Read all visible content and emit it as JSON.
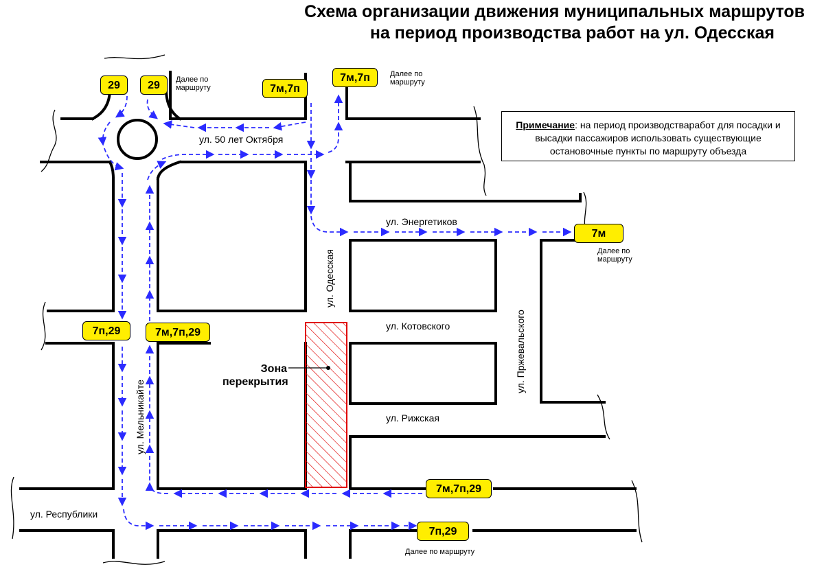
{
  "title": {
    "line1": "Схема организации движения муниципальных маршрутов",
    "line2": "на период производства работ на ул. Одесская"
  },
  "note": {
    "label": "Примечание",
    "text1": ": на период производстваработ для посадки и",
    "text2": "высадки пассажиров использовать существующие",
    "text3": "остановочные пункты по маршруту объезда"
  },
  "streets": {
    "s50let": "ул. 50 лет Октября",
    "energetikov": "ул. Энергетиков",
    "odesskaya": "ул. Одесская",
    "kotovskogo": "ул. Котовского",
    "rizhskaya": "ул. Рижская",
    "przhevalskogo": "ул. Пржевальского",
    "melnikaite": "ул. Мельникайте",
    "respubliki": "ул. Республики"
  },
  "badges": {
    "b29_left": "29",
    "b29_right": "29",
    "b7m7p_top": "7м,7п",
    "b7m7p_topright": "7м,7п",
    "b7m": "7м",
    "b7p29_left": "7п,29",
    "b7m7p29_mid": "7м,7п,29",
    "b7m7p29_bottom": "7м,7п,29",
    "b7p29_bottom": "7п,29"
  },
  "further": {
    "f1_line1": "Далее по",
    "f1_line2": "маршруту",
    "f2_line1": "Далее по",
    "f2_line2": "маршруту",
    "f3_line1": "Далее по",
    "f3_line2": "маршруту",
    "f4": "Далее по маршруту"
  },
  "zone": {
    "line1": "Зона",
    "line2": "перекрытия"
  },
  "colors": {
    "route_arrow": "#2b2bff",
    "badge_fill": "#ffee00",
    "closed_zone": "#e00000",
    "road_edge": "#000000"
  }
}
